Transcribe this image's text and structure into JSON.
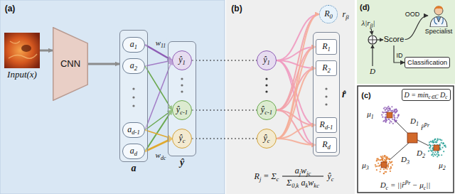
{
  "diagram": {
    "nodes": [
      {
        "text": [
          "Input(x)"
        ]
      },
      {
        "text": [
          "CNN"
        ]
      },
      {
        "text": [
          "a"
        ]
      },
      {
        "text": [
          "a1"
        ],
        "in": 2
      },
      {
        "text": [
          "a2"
        ],
        "in": 2
      },
      {
        "text": [
          "ad-1"
        ],
        "in": 2
      },
      {
        "text": [
          "ad"
        ],
        "in": 2
      },
      {
        "text": [
          "ŷ"
        ]
      },
      {
        "text": [
          "ŷ1"
        ],
        "in": 7
      },
      {
        "text": [
          "ŷc-1"
        ],
        "in": 7
      },
      {
        "text": [
          "ŷc"
        ],
        "in": 7
      },
      {
        "text": [
          "ŷ1"
        ]
      },
      {
        "text": [
          "ŷc-1"
        ]
      },
      {
        "text": [
          "ŷc"
        ]
      },
      {
        "text": [
          "R0"
        ]
      },
      {
        "text": [
          "r̂"
        ]
      },
      {
        "text": [
          "R1"
        ],
        "in": 15
      },
      {
        "text": [
          "R2"
        ],
        "in": 15
      },
      {
        "text": [
          "Rd-1"
        ],
        "in": 15
      },
      {
        "text": [
          "Rd"
        ],
        "in": 15
      },
      {
        "text": [
          "Score"
        ]
      },
      {
        "text": [
          "Specialist"
        ]
      },
      {
        "text": [
          "Classification"
        ]
      },
      {
        "text": [
          "D = minc∈C Dc"
        ]
      }
    ],
    "edges": [
      {
        "from": 0,
        "to": 1,
        "arrow": "to"
      },
      {
        "from": 1,
        "to": 2,
        "arrow": "to"
      },
      {
        "from": 3,
        "to": 8,
        "label": "w11",
        "arrow": "to"
      },
      {
        "from": 4,
        "to": 8,
        "arrow": "to"
      },
      {
        "from": 5,
        "to": 8,
        "arrow": "to"
      },
      {
        "from": 4,
        "to": 9,
        "arrow": "to"
      },
      {
        "from": 5,
        "to": 9,
        "arrow": "to"
      },
      {
        "from": 6,
        "to": 9,
        "arrow": "to"
      },
      {
        "from": 6,
        "to": 10,
        "label": "wdc",
        "arrow": "to"
      },
      {
        "from": 5,
        "to": 10,
        "arrow": "to"
      },
      {
        "from": 8,
        "to": 11,
        "arrow": "none"
      },
      {
        "from": 9,
        "to": 12,
        "arrow": "none"
      },
      {
        "from": 10,
        "to": 13,
        "arrow": "none"
      },
      {
        "from": 11,
        "to": 14,
        "arrow": "to"
      },
      {
        "from": 11,
        "to": 16,
        "arrow": "to"
      },
      {
        "from": 11,
        "to": 17,
        "arrow": "to"
      },
      {
        "from": 11,
        "to": 18,
        "arrow": "to"
      },
      {
        "from": 11,
        "to": 19,
        "arrow": "to"
      },
      {
        "from": 12,
        "to": 14,
        "arrow": "to"
      },
      {
        "from": 12,
        "to": 16,
        "arrow": "to"
      },
      {
        "from": 12,
        "to": 17,
        "arrow": "to"
      },
      {
        "from": 12,
        "to": 18,
        "arrow": "to"
      },
      {
        "from": 12,
        "to": 19,
        "arrow": "to"
      },
      {
        "from": 13,
        "to": 14,
        "arrow": "to"
      },
      {
        "from": 13,
        "to": 16,
        "arrow": "to"
      },
      {
        "from": 13,
        "to": 17,
        "arrow": "to"
      },
      {
        "from": 13,
        "to": 18,
        "arrow": "to"
      },
      {
        "from": 13,
        "to": 19,
        "arrow": "to"
      },
      {
        "from": 20,
        "to": 21,
        "label": "OOD",
        "arrow": "to"
      },
      {
        "from": 20,
        "to": 22,
        "label": "ID",
        "arrow": "to"
      }
    ],
    "labels": [
      "(a)",
      "(b)",
      "(d)",
      "(c)",
      "rβ",
      "Rj = Σc",
      "ajwjc",
      "Σ0,k akwkc",
      "ŷc",
      "λ|rβ|",
      "D",
      "μ1",
      "μ2",
      "μ3",
      "D1",
      "D2",
      "D3",
      "r̂Pr",
      "Dc = ||r̂Pr − μc||"
    ]
  }
}
